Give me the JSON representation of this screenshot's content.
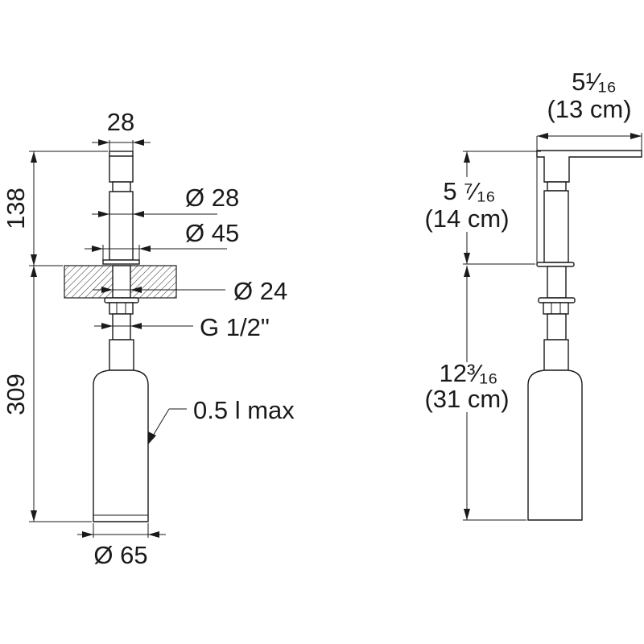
{
  "front_view": {
    "top_width": "28",
    "stem_diameter": "Ø 28",
    "flange_diameter": "Ø 45",
    "hole_diameter": "Ø 24",
    "thread": "G 1/2\"",
    "height_above_counter": "138",
    "height_below_counter": "309",
    "bottle_capacity": "0.5 l max",
    "bottle_diameter": "Ø 65"
  },
  "side_view": {
    "spout_reach": "5¹⁄₁₆",
    "spout_reach_cm": "(13 cm)",
    "height_above": "5 ⁷⁄₁₆",
    "height_above_cm": "(14 cm)",
    "height_below": "12³⁄₁₆",
    "height_below_cm": "(31 cm)"
  },
  "colors": {
    "line": "#1a1a1a",
    "background": "#ffffff"
  }
}
